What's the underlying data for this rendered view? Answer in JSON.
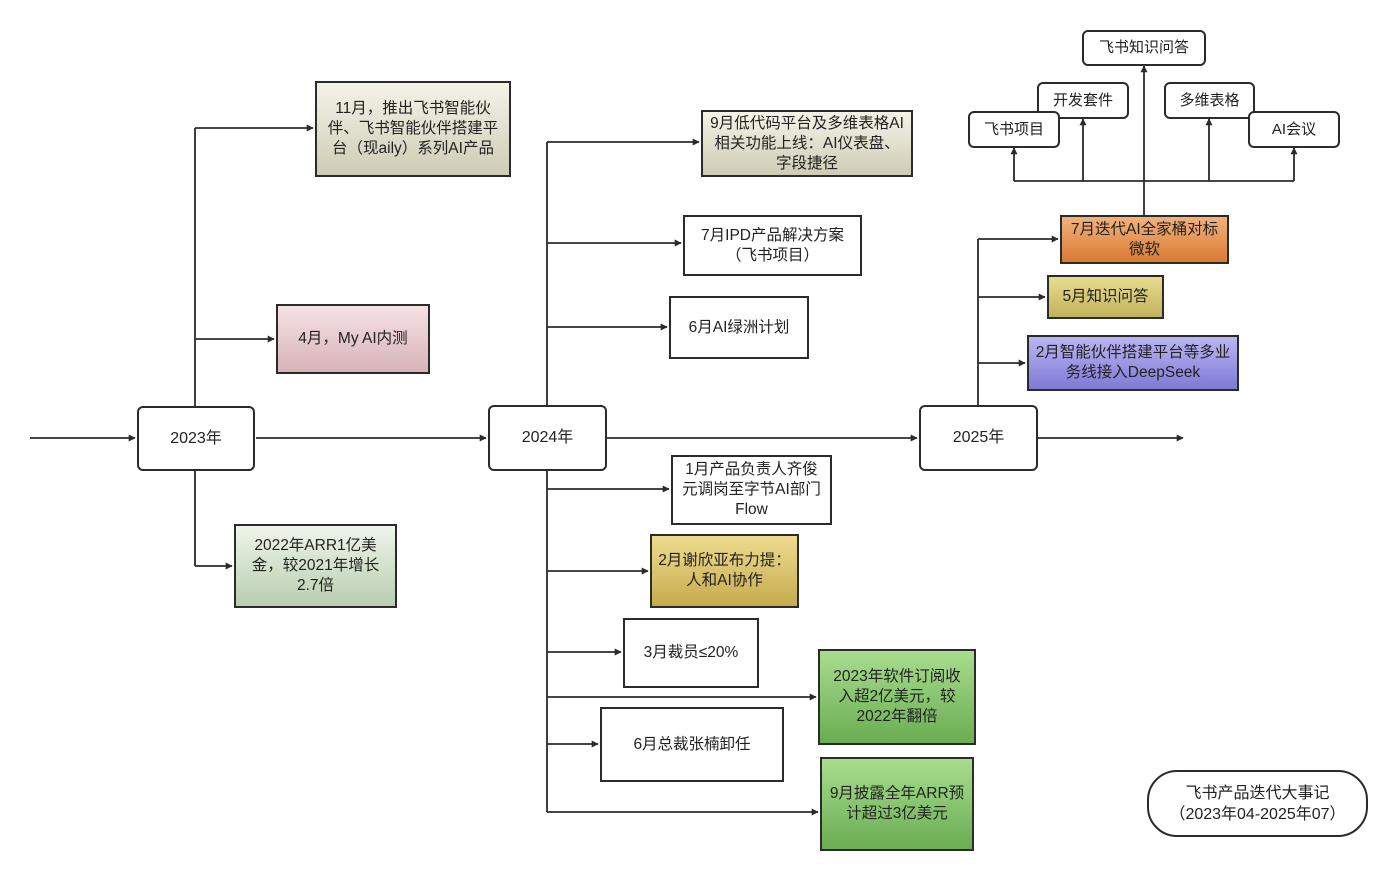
{
  "years": {
    "y2023": "2023年",
    "y2024": "2024年",
    "y2025": "2025年"
  },
  "events2023": {
    "nov": "11月，推出飞书智能伙伴、飞书智能伙伴搭建平台（现aily）系列AI产品",
    "apr": "4月，My AI内测",
    "arr": "2022年ARR1亿美金，较2021年增长2.7倍"
  },
  "events2024": {
    "sep_lowcode": "9月低代码平台及多维表格AI相关功能上线：AI仪表盘、字段捷径",
    "jul_ipd": "7月IPD产品解决方案\n（飞书项目）",
    "jun_oasis": "6月AI绿洲计划",
    "jan_flow": "1月产品负责人齐俊元调岗至字节AI部门Flow",
    "feb_xie": "2月谢欣亚布力提：人和AI协作",
    "mar_layoff": "3月裁员≤20%",
    "revenue": "2023年软件订阅收入超2亿美元，较2022年翻倍",
    "jun_president": "6月总裁张楠卸任",
    "sep_arr": "9月披露全年ARR预计超过3亿美元"
  },
  "events2025": {
    "jul_suite": "7月迭代AI全家桶对标微软",
    "may_qa": "5月知识问答",
    "feb_deepseek": "2月智能伙伴搭建平台等多业务线接入DeepSeek"
  },
  "suite": {
    "qa": "飞书知识问答",
    "devkit": "开发套件",
    "bitable": "多维表格",
    "project": "飞书项目",
    "meeting": "AI会议"
  },
  "legend": {
    "title": "飞书产品迭代大事记",
    "range": "（2023年04-2025年07）"
  }
}
